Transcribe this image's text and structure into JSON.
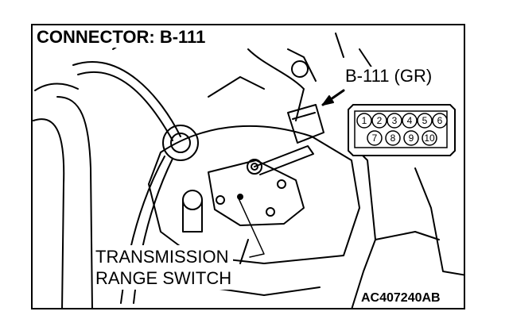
{
  "title": "CONNECTOR: B-111",
  "connector_label": "B-111 (GR)",
  "component_label": {
    "line1": "TRANSMISSION",
    "line2": "RANGE SWITCH"
  },
  "figure_code": "AC407240AB",
  "connector_pins": {
    "top_row": [
      "1",
      "2",
      "3",
      "4",
      "5",
      "6"
    ],
    "bottom_row": [
      "7",
      "8",
      "9",
      "10"
    ]
  },
  "colors": {
    "line": "#000000",
    "background": "#ffffff"
  }
}
